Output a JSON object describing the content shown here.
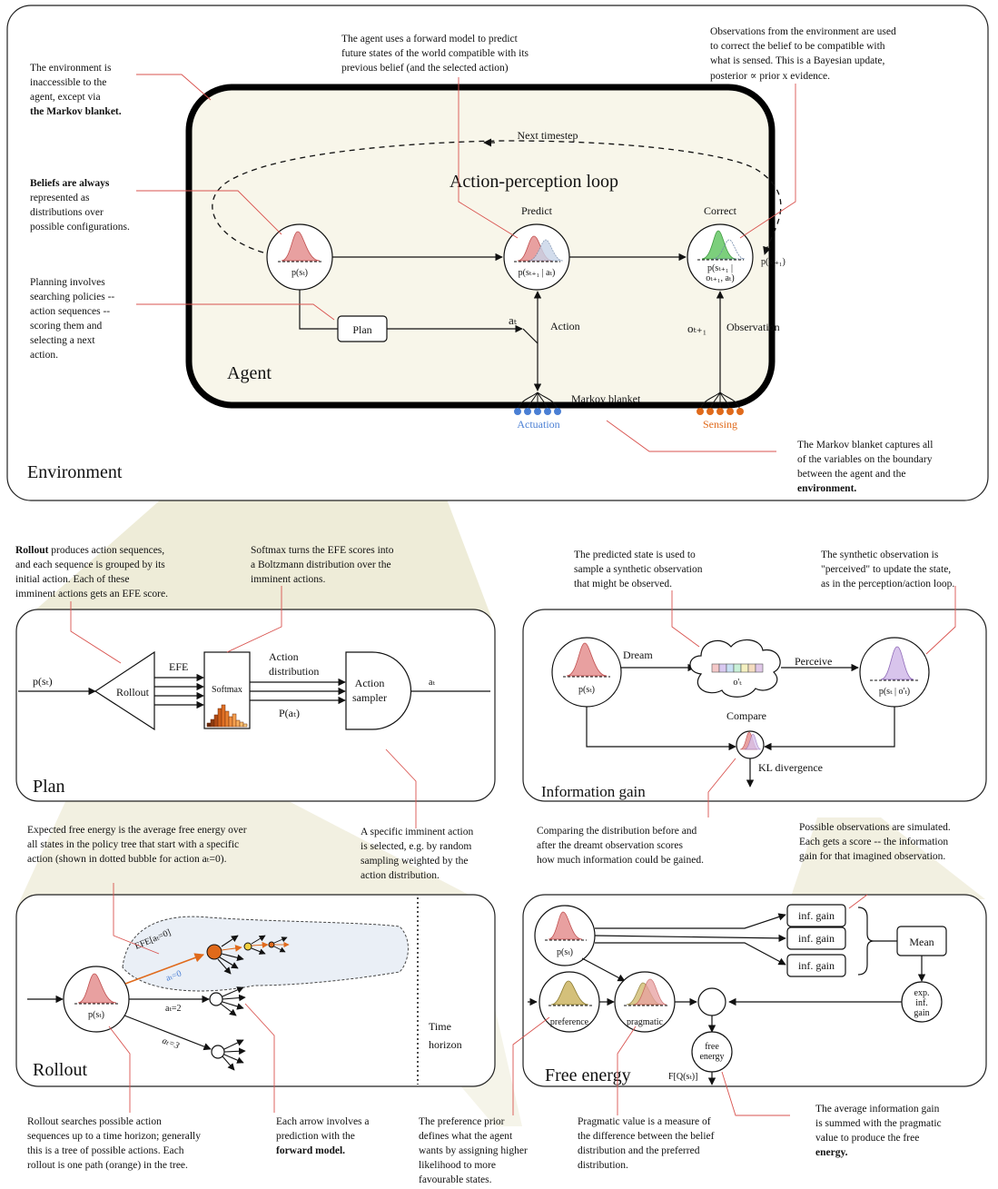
{
  "colors": {
    "cream": "#f8f6ea",
    "shadow": "#d9d5a8",
    "actuation_blue": "#4a7fd4",
    "sensing_orange": "#e06a1b",
    "annotation_line": "#d9534f",
    "belief_red": "#e8a0a0",
    "correct_green": "#7ccf7c",
    "posterior_purple": "#b89ad8",
    "preference_olive": "#c9b36a"
  },
  "top": {
    "environment_label": "Environment",
    "agent_label": "Agent",
    "loop_title": "Action-perception loop",
    "next_timestep": "Next timestep",
    "predict_label": "Predict",
    "correct_label": "Correct",
    "belief_node": "p(sₜ)",
    "predict_node": "p(sₜ₊₁ | aₜ)",
    "correct_node_line1": "p(sₜ₊₁ |",
    "correct_node_line2": "oₜ₊₁, aₜ)",
    "correct_out": "p(sₜ₊₁)",
    "plan_box": "Plan",
    "action_symbol": "aₜ",
    "action_label": "Action",
    "obs_symbol": "oₜ₊₁",
    "obs_label": "Observation",
    "markov_label": "Markov blanket",
    "actuation_label": "Actuation",
    "sensing_label": "Sensing",
    "ann_env": [
      "The environment is",
      "inaccessible to the",
      "agent, except via",
      "the Markov blanket."
    ],
    "ann_beliefs": [
      "Beliefs are always",
      "represented as",
      "distributions over",
      "possible configurations."
    ],
    "ann_planning": [
      "Planning involves",
      "searching policies --",
      "action sequences --",
      "scoring them and",
      "selecting a next",
      "action."
    ],
    "ann_forward": [
      "The agent uses a forward model to predict",
      "future states of the world compatible with its",
      "previous belief (and the selected action)"
    ],
    "ann_obs": [
      "Observations from the environment are used",
      "to correct the belief to be compatible with",
      "what is sensed. This is a Bayesian update,",
      "posterior ∝ prior x evidence."
    ],
    "ann_markov": [
      "The Markov blanket captures all",
      "of the variables on the boundary",
      "between the agent and the",
      "environment."
    ]
  },
  "plan_panel": {
    "title": "Plan",
    "input": "p(sₜ)",
    "rollout": "Rollout",
    "efe": "EFE",
    "softmax": "Softmax",
    "action_distribution_1": "Action",
    "action_distribution_2": "distribution",
    "p_at": "P(aₜ)",
    "sampler_1": "Action",
    "sampler_2": "sampler",
    "output": "aₜ",
    "ann_rollout": [
      "Rollout produces action sequences,",
      "and each sequence is grouped by its",
      "initial action. Each of these",
      "imminent actions gets an EFE score."
    ],
    "ann_softmax": [
      "Softmax turns the EFE scores into",
      "a Boltzmann distribution over the",
      "imminent actions."
    ],
    "ann_sampler": [
      "A specific imminent action",
      "is selected, e.g. by random",
      "sampling weighted by the",
      "action distribution."
    ]
  },
  "info_panel": {
    "title": "Information gain",
    "belief": "p(sₜ)",
    "dream": "Dream",
    "synthetic": "o'ₜ",
    "perceive": "Perceive",
    "posterior": "p(sₜ | o'ₜ)",
    "compare": "Compare",
    "kl": "KL divergence",
    "ann_synth": [
      "The predicted state is used to",
      "sample a synthetic observation",
      "that might be observed."
    ],
    "ann_perceived": [
      "The synthetic observation is",
      "\"perceived\" to update the state,",
      "as in the perception/action loop."
    ],
    "ann_compare": [
      "Comparing the distribution before and",
      "after the dreamt observation  scores",
      "how much information could be gained."
    ]
  },
  "rollout_panel": {
    "title": "Rollout",
    "belief": "p(sₜ)",
    "efe_bubble": "EFE[aₜ=0]",
    "a0": "aₜ=0",
    "a2": "aₜ=2",
    "a3": "aₜ=3",
    "time_horizon_1": "Time",
    "time_horizon_2": "horizon",
    "ann_efe": [
      "Expected free energy is the average free energy over",
      "all states in the policy tree that start with a specific",
      "action (shown in dotted bubble for action aₜ=0)."
    ],
    "ann_rollout": [
      "Rollout searches possible action",
      "sequences up to a time horizon; generally",
      "this is a tree of possible actions. Each",
      "rollout is one path (orange) in the tree."
    ],
    "ann_arrow": [
      "Each arrow involves a",
      "prediction with the",
      "forward model."
    ]
  },
  "fe_panel": {
    "title": "Free energy",
    "belief": "p(sₜ)",
    "infgain": [
      "inf. gain",
      "inf. gain",
      "inf. gain"
    ],
    "mean": "Mean",
    "exp_1": "exp.",
    "exp_2": "inf.",
    "exp_3": "gain",
    "preference": "preference",
    "pragmatic": "pragmatic",
    "free_1": "free",
    "free_2": "energy",
    "fq": "F[Q(sₜ)]",
    "ann_possible": [
      "Possible observations are simulated.",
      "Each gets a score -- the information",
      "gain for that imagined observation."
    ],
    "ann_pref": [
      "The preference prior",
      "defines what the agent",
      "wants by assigning higher",
      "likelihood to more",
      "favourable states."
    ],
    "ann_pragmatic": [
      "Pragmatic value is a measure of",
      "the difference between the belief",
      "distribution and the preferred",
      "distribution."
    ],
    "ann_avg": [
      "The average information gain",
      "is summed with the pragmatic",
      "value to produce the free",
      "energy."
    ]
  }
}
